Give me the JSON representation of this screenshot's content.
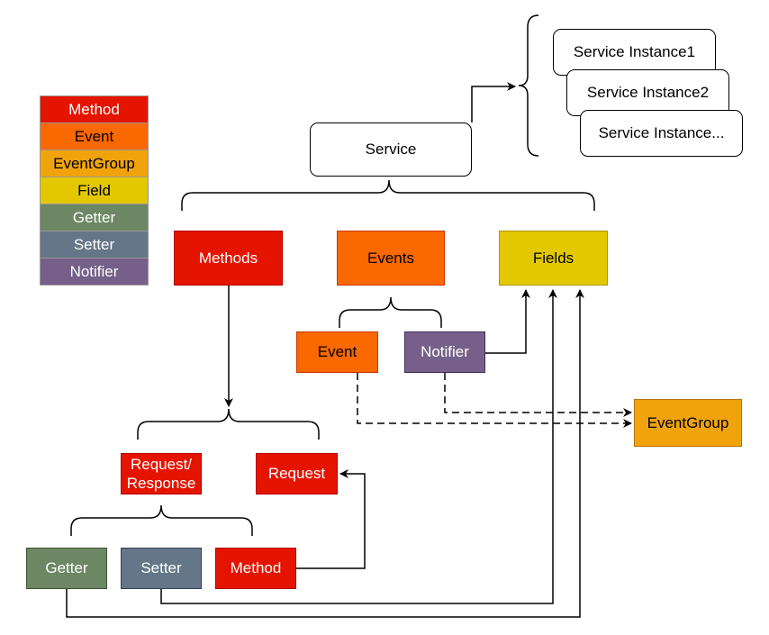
{
  "legend": {
    "items": [
      {
        "label": "Method",
        "color": "#e51400"
      },
      {
        "label": "Event",
        "color": "#fa6800"
      },
      {
        "label": "EventGroup",
        "color": "#f0a30a"
      },
      {
        "label": "Field",
        "color": "#e3c800"
      },
      {
        "label": "Getter",
        "color": "#6d8764"
      },
      {
        "label": "Setter",
        "color": "#647687"
      },
      {
        "label": "Notifier",
        "color": "#76608a"
      }
    ]
  },
  "nodes": {
    "service": "Service",
    "instances": [
      "Service Instance1",
      "Service Instance2",
      "Service Instance..."
    ],
    "methods": "Methods",
    "events": "Events",
    "fields": "Fields",
    "event": "Event",
    "notifier": "Notifier",
    "eventgroup": "EventGroup",
    "request_response": "Request/\nResponse",
    "request": "Request",
    "getter": "Getter",
    "setter": "Setter",
    "method": "Method"
  }
}
